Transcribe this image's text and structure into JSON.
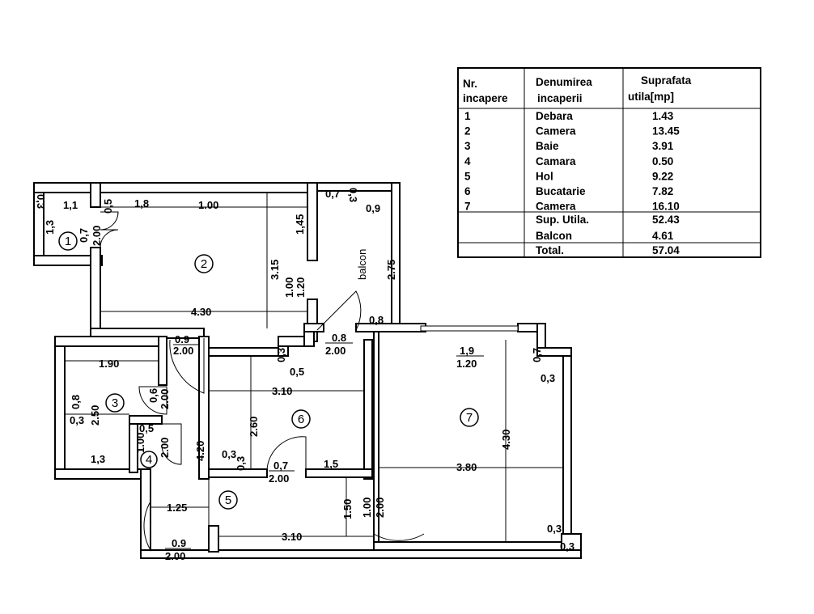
{
  "table": {
    "headers": {
      "nr": [
        "Nr.",
        "incapere"
      ],
      "name": [
        "Denumirea",
        "incaperii"
      ],
      "area": [
        "Suprafata",
        "utila[mp]"
      ]
    },
    "rows": [
      {
        "nr": "1",
        "name": "Debara",
        "area": "1.43"
      },
      {
        "nr": "2",
        "name": "Camera",
        "area": "13.45"
      },
      {
        "nr": "3",
        "name": "Baie",
        "area": "3.91"
      },
      {
        "nr": "4",
        "name": "Camara",
        "area": "0.50"
      },
      {
        "nr": "5",
        "name": "Hol",
        "area": "9.22"
      },
      {
        "nr": "6",
        "name": "Bucatarie",
        "area": "7.82"
      },
      {
        "nr": "7",
        "name": "Camera",
        "area": "16.10"
      }
    ],
    "summary": [
      {
        "name": "Sup. Utila.",
        "area": "52.43"
      },
      {
        "name": "Balcon",
        "area": "4.61"
      },
      {
        "name": "Total.",
        "area": "57.04"
      }
    ]
  },
  "rooms": [
    "1",
    "2",
    "3",
    "4",
    "5",
    "6",
    "7"
  ],
  "balcony_label": "balcon",
  "dimensions": {
    "r1_top": "0,3",
    "r1_w": "1,1",
    "r1_h": "1,3",
    "r1_door_a": "0,7",
    "r1_door_b": "2.00",
    "r1_wall": "0,5",
    "r2_a": "1,8",
    "r2_b": "1.00",
    "r2_c": "1,45",
    "r2_h": "3.15",
    "r2_w": "4.30",
    "r2_win_a": "1.00",
    "r2_win_b": "1.20",
    "balc_a": "0,7",
    "balc_b": "0,3",
    "balc_c": "0,9",
    "balc_h": "2.75",
    "balc_d": "0,8",
    "door2_a": "0.9",
    "door2_b": "2.00",
    "door6_a": "0.8",
    "door6_b": "2.00",
    "k_a": "0,3",
    "k_b": "0,5",
    "r3_w": "1.90",
    "r3_h": "2.50",
    "r3_a": "0,8",
    "r3_b": "0,3",
    "r3_c": "1,3",
    "door3_a": "0,6",
    "door3_b": "2.00",
    "r4_a": "0,5",
    "r4_b": "1.00",
    "r4_c": "2.00",
    "r6_w": "3.10",
    "r6_h": "2.60",
    "r6_a": "0,3",
    "r6_b": "0,3",
    "door_k_a": "0,7",
    "door_k_b": "2.00",
    "r6_c": "1,5",
    "r7_win_a": "1,9",
    "r7_win_b": "1.20",
    "r7_a": "0,7",
    "r7_b": "0,3",
    "r7_w": "3.80",
    "r7_h": "4.30",
    "r7_c": "0,3",
    "r7_d": "0,3",
    "door7_a": "1.00",
    "door7_b": "2.00",
    "hall_h": "4.20",
    "hall_a": "1.25",
    "hall_b": "1.50",
    "hall_w": "3.10",
    "entry_a": "0.9",
    "entry_b": "2.00"
  }
}
